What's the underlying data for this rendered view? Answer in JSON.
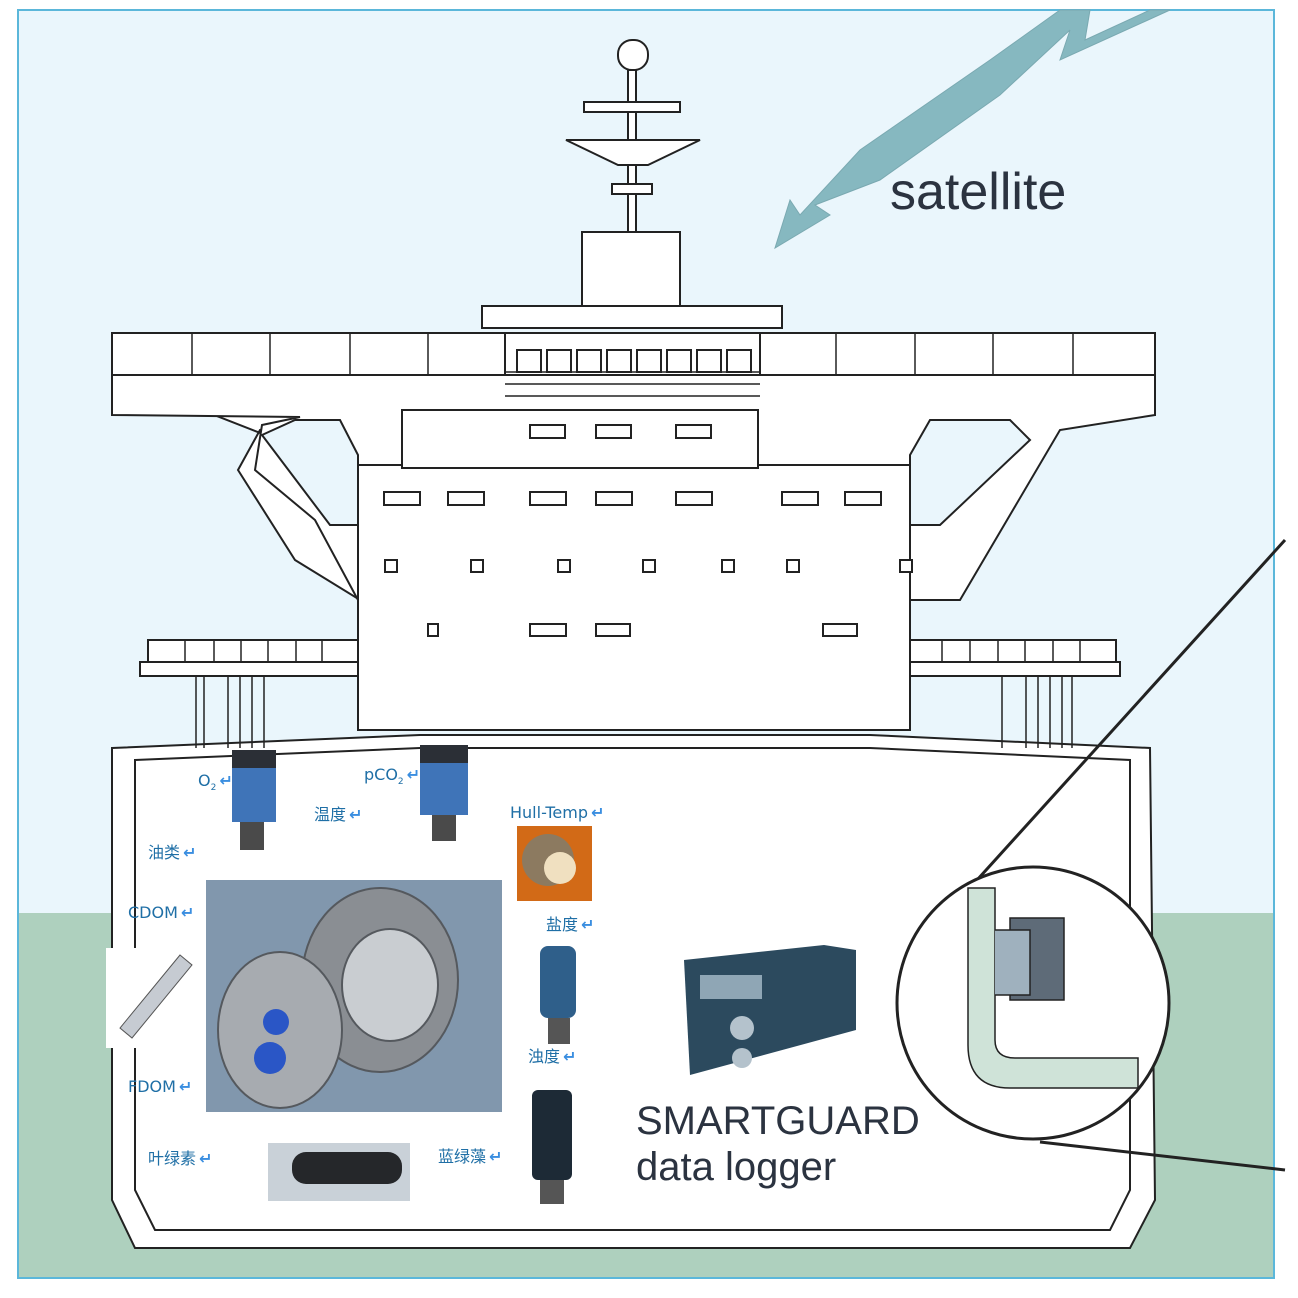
{
  "colors": {
    "sky": "#eaf6fc",
    "sea": "#aed0be",
    "frame": "#5bb7da",
    "ship_outline": "#222222",
    "label_blue": "#1f6fa6",
    "return_arrow": "#3a8ee0",
    "sensor_blue": "#3f74b8",
    "arrow_teal": "#7fb1bb"
  },
  "satellite_label": "satellite",
  "logger": {
    "line1": "SMARTGUARD",
    "line2": "data logger"
  },
  "sensor_labels": {
    "o2": "O",
    "o2_sub": "2",
    "pco2": "pCO",
    "pco2_sub": "2",
    "temperature": "温度",
    "oil": "油类",
    "hull_temp": "Hull-Temp",
    "cdom": "CDOM",
    "salinity": "盐度",
    "turbidity": "浊度",
    "fdom": "FDOM",
    "chlorophyll": "叶绿素",
    "blue_green_algae": "蓝绿藻"
  },
  "return_symbol": "↵",
  "icons": [
    "satellite-signal-arrow",
    "return-arrow-icon",
    "magnifier-circle"
  ]
}
